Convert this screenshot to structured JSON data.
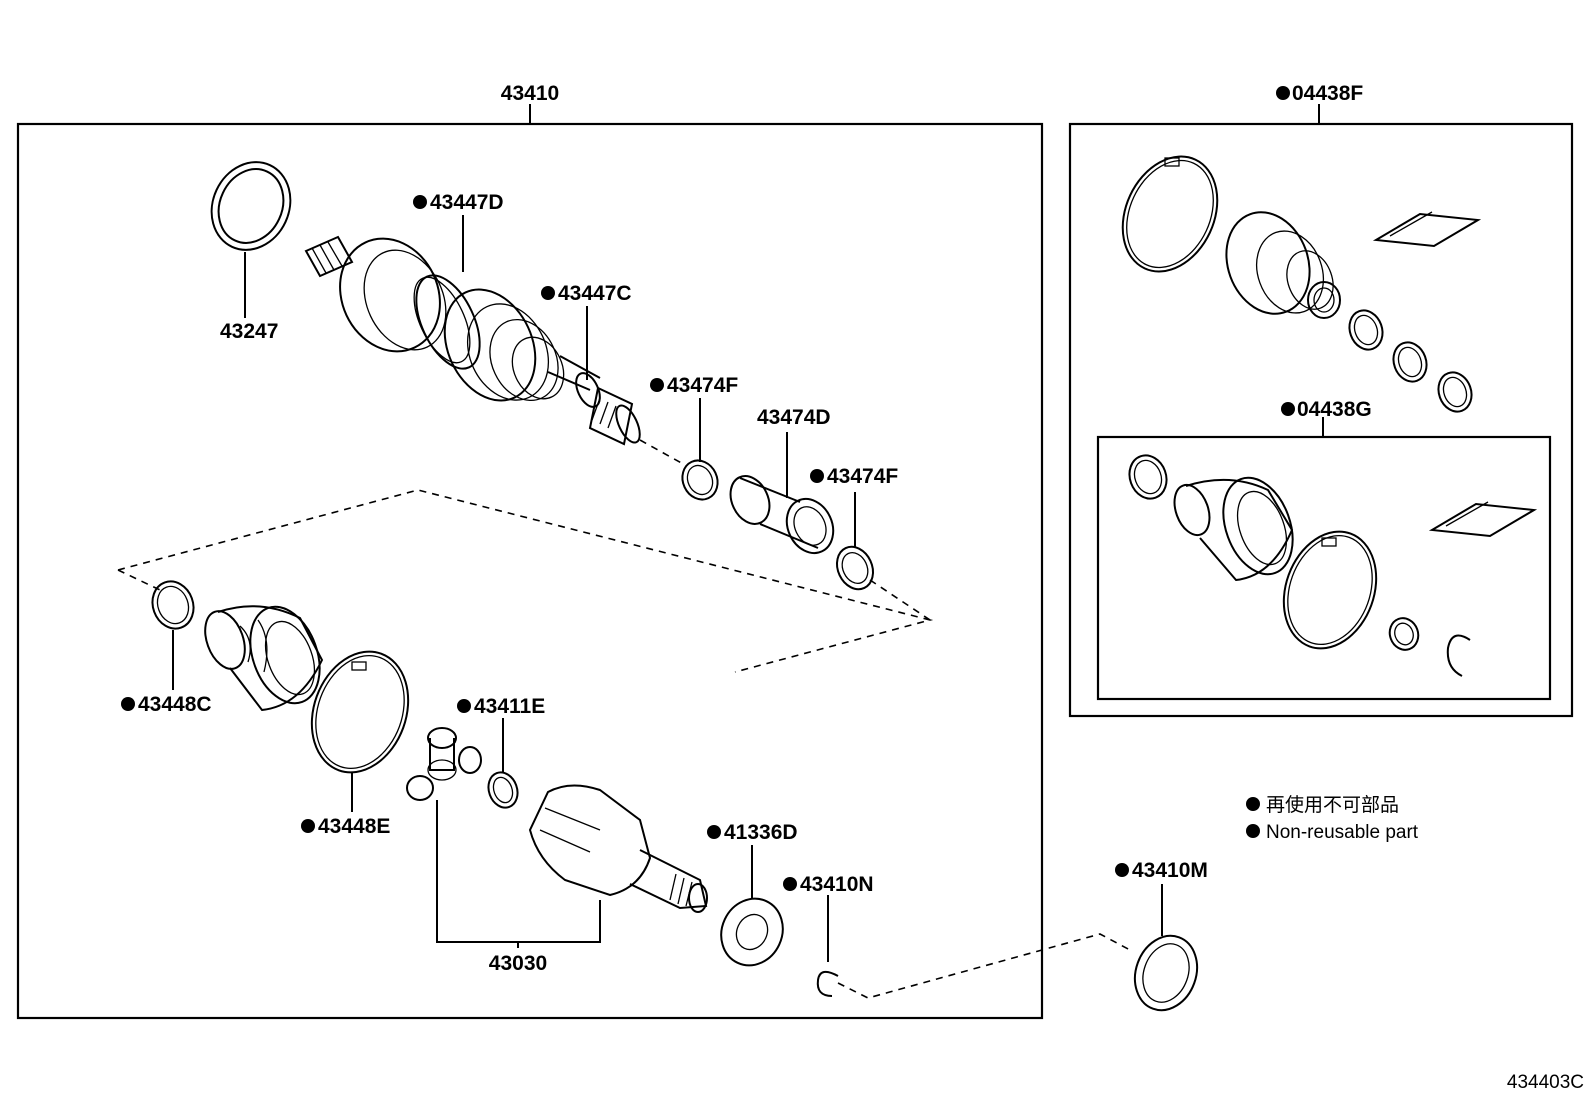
{
  "drawing_number": "434403C",
  "legend": {
    "line_jp": "再使用不可部品",
    "line_en": "Non-reusable part"
  },
  "parts": {
    "assembly_main": "43410",
    "dust_seal_outer": "43247",
    "boot_clamp_outer_large": "43447D",
    "boot_clamp_outer_small": "43447C",
    "damper_clamp_left": "43474F",
    "damper": "43474D",
    "damper_clamp_right": "43474F",
    "boot_clamp_inner_small": "43448C",
    "boot_clamp_inner_large": "43448E",
    "snap_ring_tripod": "43411E",
    "inboard_joint": "43030",
    "dust_deflector": "41336D",
    "shaft_snap_ring": "43410N",
    "hub_side_seal": "43410M",
    "boot_kit_outboard": "04438F",
    "boot_kit_inboard": "04438G"
  }
}
